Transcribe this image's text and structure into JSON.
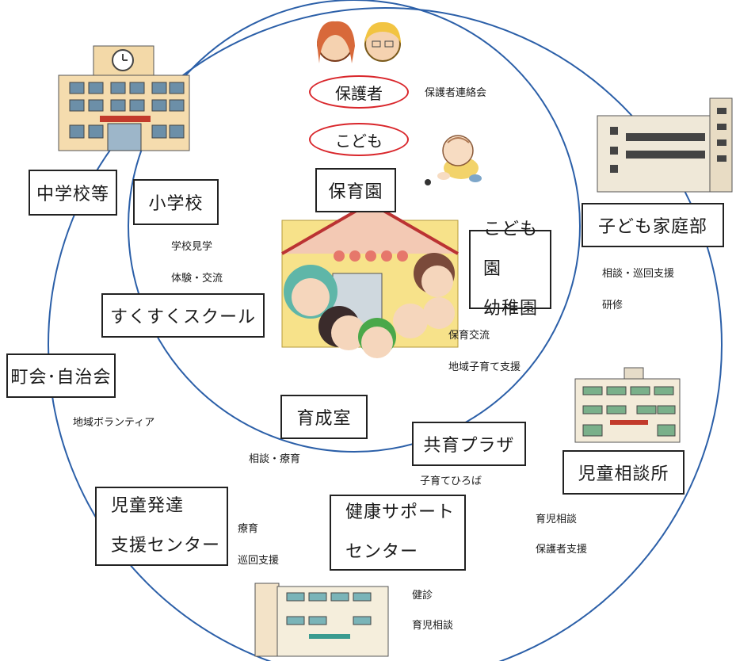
{
  "colors": {
    "circle": "#2b5fa8",
    "oval_border": "#d9262b",
    "box_border": "#222222"
  },
  "oval_labels": {
    "guardian": "保護者",
    "child": "こども"
  },
  "boxes": {
    "hoikuen": "保育園",
    "kodomoen_line1": "こども園",
    "kodomoen_line2": "幼稚園",
    "shogakko": "小学校",
    "chugakko": "中学校等",
    "sukusuku": "すくすくスクール",
    "chokai": "町会･自治会",
    "ikuseishitsu": "育成室",
    "kyoiku_plaza": "共育プラザ",
    "kodomo_katei": "子ども家庭部",
    "jido_sodanjo": "児童相談所",
    "hattatsu_line1": "児童発達",
    "hattatsu_line2": "支援センター",
    "kenko_line1": "健康サポート",
    "kenko_line2": "センター"
  },
  "notes": {
    "hogosha_renrakukai": "保護者連絡会",
    "gakko_kengaku": "学校見学",
    "taiken_koryu": "体験・交流",
    "hoiku_koryu": "保育交流",
    "chiiki_kosodate": "地域子育て支援",
    "chiiki_volunteer": "地域ボランティア",
    "sodan_ryoiku": "相談・療育",
    "kosodate_hiroba": "子育てひろば",
    "sodan_junkai": "相談・巡回支援",
    "kenshu": "研修",
    "ikuji_sodan_1": "育児相談",
    "hogosha_shien": "保護者支援",
    "ryoiku": "療育",
    "junkai_shien": "巡回支援",
    "kenshin": "健診",
    "ikuji_sodan_2": "育児相談"
  }
}
